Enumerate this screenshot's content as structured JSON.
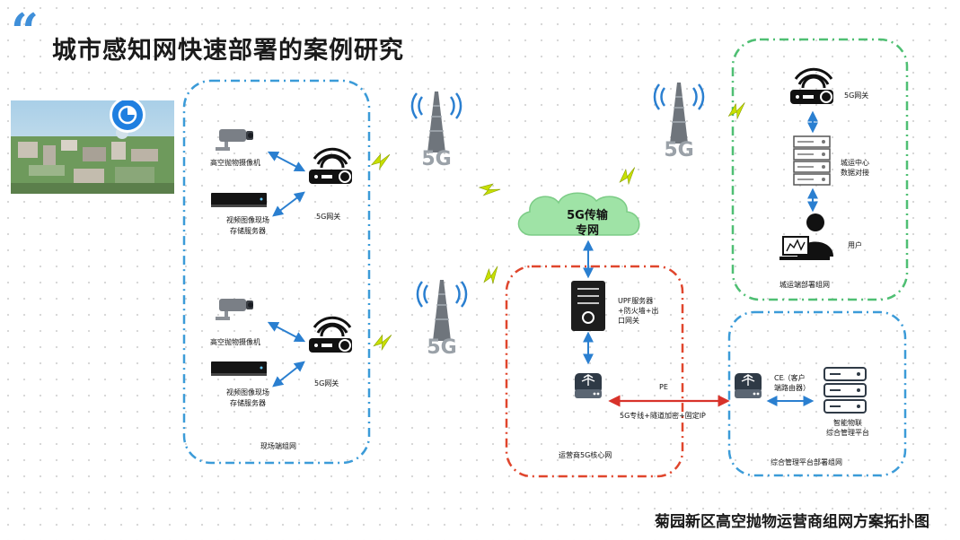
{
  "title": "城市感知网快速部署的案例研究",
  "footer": "菊园新区高空抛物运营商组网方案拓扑图",
  "site": {
    "box_label": "现场端组网",
    "group1": {
      "camera": "高空抛物摄像机",
      "server_l1": "视频图像现场",
      "server_l2": "存储服务器",
      "gateway": "5G网关"
    },
    "group2": {
      "camera": "高空抛物摄像机",
      "server_l1": "视频图像现场",
      "server_l2": "存储服务器",
      "gateway": "5G网关"
    }
  },
  "cloud": {
    "line1": "5G传输",
    "line2": "专网"
  },
  "core": {
    "box_label": "运营商5G核心网",
    "upf_l1": "UPF服务器",
    "upf_l2": "+防火墙+出",
    "upf_l3": "口网关"
  },
  "city": {
    "box_label": "城运端部署组网",
    "gateway": "5G网关",
    "dc_l1": "城运中心",
    "dc_l2": "数据对接",
    "user": "用户"
  },
  "platform": {
    "box_label": "综合管理平台部署组网",
    "ce_l1": "CE（客户",
    "ce_l2": "端路由器）",
    "iot_l1": "智能物联",
    "iot_l2": "综合管理平台"
  },
  "link": {
    "pe": "PE",
    "desc": "5G专线+隧道加密+固定IP"
  },
  "tower_label": "5G",
  "colors": {
    "blue_dash": "#3b9bd8",
    "green_dash": "#4fbf73",
    "red_dash": "#e0452c",
    "arrow_blue": "#2a7fd0",
    "arrow_red": "#d8322a",
    "bolt": "#c8e000"
  }
}
